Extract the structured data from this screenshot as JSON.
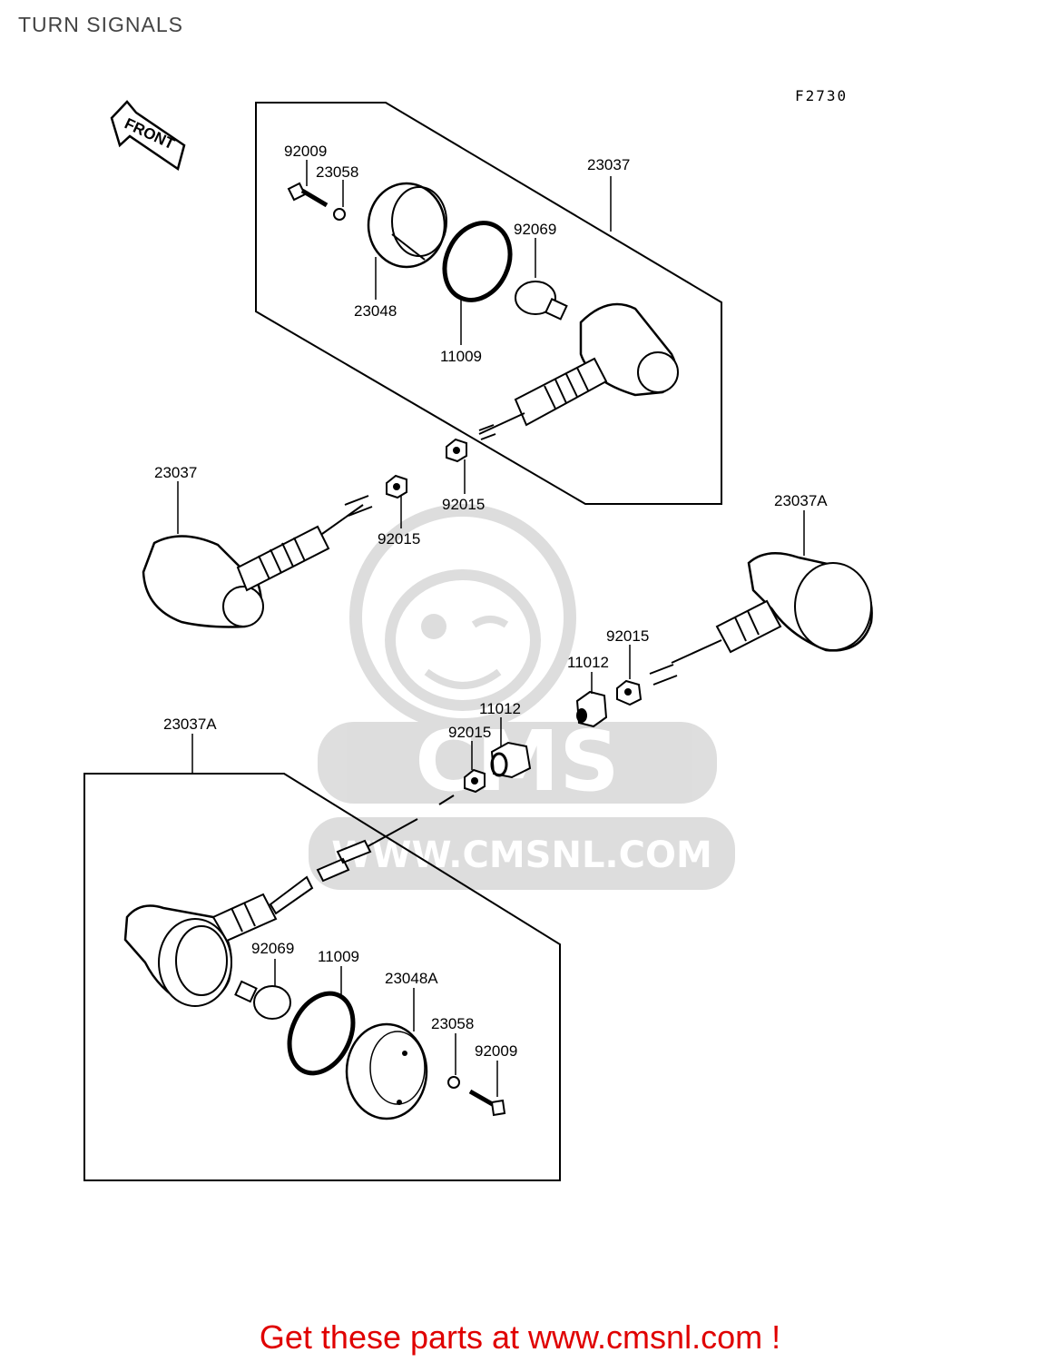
{
  "page": {
    "title": "TURN SIGNALS",
    "figure_code": "F2730",
    "front_label": "FRONT"
  },
  "callouts": {
    "top_unit": [
      "92009",
      "23058",
      "23037",
      "92069",
      "23048",
      "11009",
      "92015"
    ],
    "left_unit": [
      "23037",
      "92015"
    ],
    "right_unit": [
      "23037A",
      "92015",
      "11012"
    ],
    "center_parts": [
      "11012",
      "92015"
    ],
    "bottom_unit": [
      "23037A",
      "92069",
      "11009",
      "23048A",
      "23058",
      "92009"
    ]
  },
  "watermark": {
    "brand": "CMS",
    "url": "WWW.CMSNL.COM"
  },
  "footer": {
    "link_text": "Get these parts at www.cmsnl.com !",
    "color": "#e00000"
  }
}
